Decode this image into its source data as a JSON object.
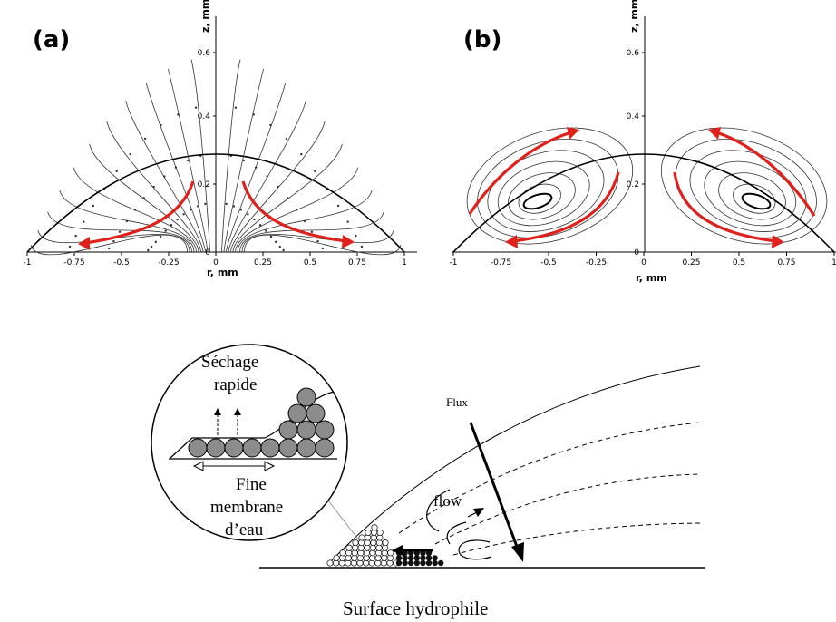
{
  "panel_a": {
    "label": "(a)",
    "z_axis_title": "z, mm",
    "r_axis_title": "r, mm",
    "z_ticks": [
      "0.6",
      "0.4",
      "0.2",
      "0"
    ],
    "r_ticks": [
      "-1",
      "-0.75",
      "-0.5",
      "-0.25",
      "0",
      "0.25",
      "0.5",
      "0.75",
      "1"
    ]
  },
  "panel_b": {
    "label": "(b)",
    "z_axis_title": "z, mm",
    "r_axis_title": "r, mm",
    "z_ticks": [
      "0.6",
      "0.4",
      "0.2",
      "0"
    ],
    "r_ticks": [
      "-1",
      "-0.75",
      "-0.5",
      "-0.25",
      "0",
      "0.25",
      "0.5",
      "0.75",
      "1"
    ]
  },
  "schematic": {
    "inset_title_line1": "Séchage",
    "inset_title_line2": "rapide",
    "inset_caption_line1": "Fine",
    "inset_caption_line2": "membrane",
    "inset_caption_line3": "d’eau",
    "flux_label": "Flux",
    "flow_label": "flow",
    "surface_label": "Surface hydrophile"
  },
  "colors": {
    "arrow": "#e0201b",
    "lines": "#000000",
    "particle": "#8c8c8c"
  }
}
